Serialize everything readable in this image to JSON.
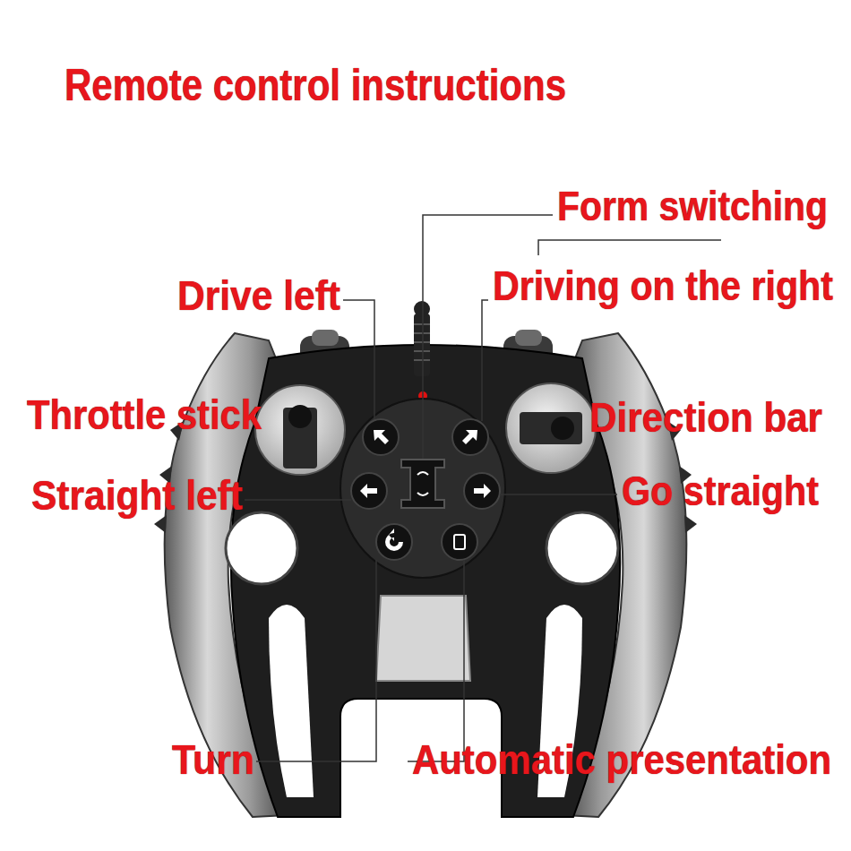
{
  "diagram": {
    "title": "Remote control instructions",
    "labels": [
      "Form switching",
      "Drive left",
      "Driving on the right",
      "Throttle stick",
      "Direction bar",
      "Straight left",
      "Go straight",
      "Turn",
      "Automatic presentation"
    ]
  }
}
